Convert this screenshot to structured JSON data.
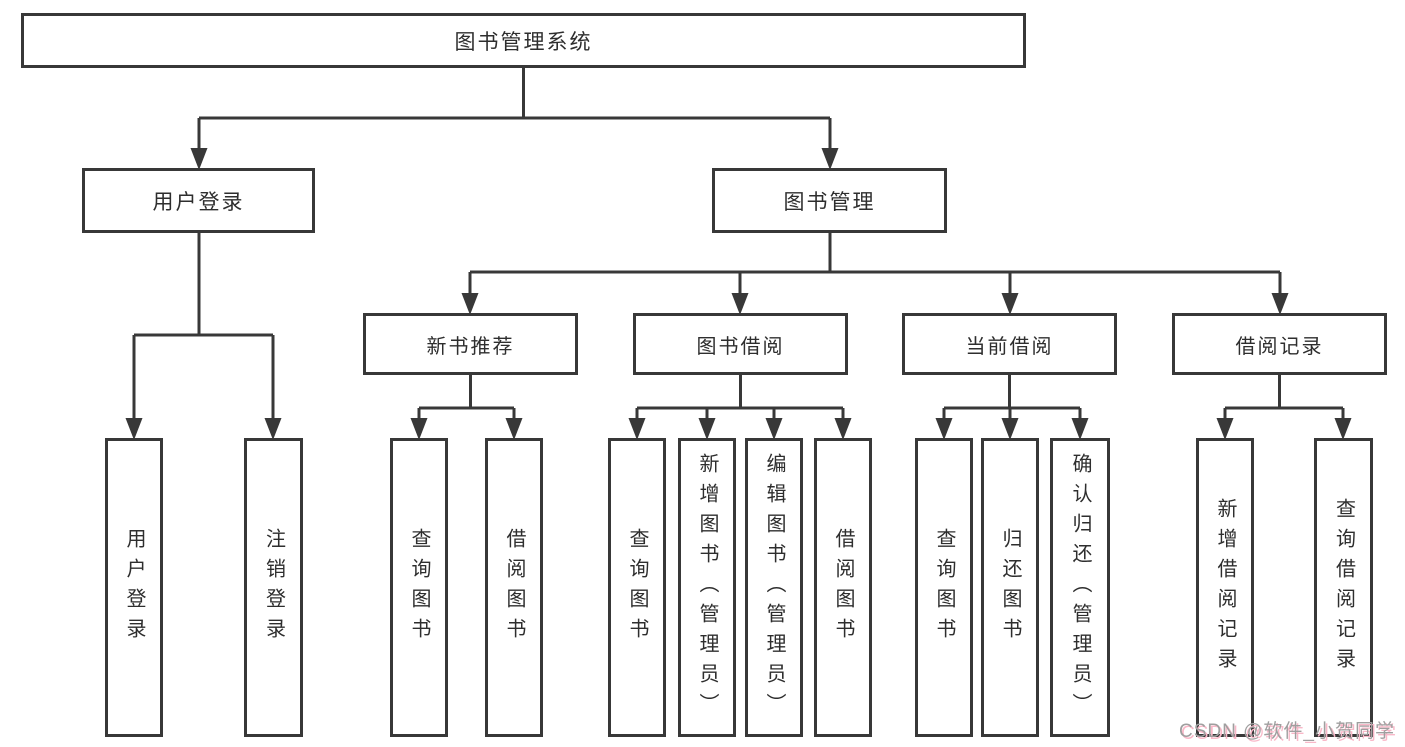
{
  "title": "图书管理系统",
  "level1": {
    "user_login": "用户登录",
    "book_management": "图书管理"
  },
  "level2": {
    "new_book_recommend": "新书推荐",
    "book_borrowing": "图书借阅",
    "current_borrowing": "当前借阅",
    "borrowing_records": "借阅记录"
  },
  "leaves": {
    "user": [
      "用户登录",
      "注销登录"
    ],
    "recommend": [
      "查询图书",
      "借阅图书"
    ],
    "borrow": [
      "查询图书",
      "新增图书（管理员）",
      "编辑图书（管理员）",
      "借阅图书"
    ],
    "current": [
      "查询图书",
      "归还图书",
      "确认归还（管理员）"
    ],
    "records": [
      "新增借阅记录",
      "查询借阅记录"
    ]
  },
  "watermark": "CSDN @软件_小贺同学",
  "colors": {
    "line": "#383838",
    "text": "#2e2e2e",
    "background": "#ffffff",
    "watermark": "#9f9f9f",
    "watermark_shadow": "#f9b8c8"
  }
}
